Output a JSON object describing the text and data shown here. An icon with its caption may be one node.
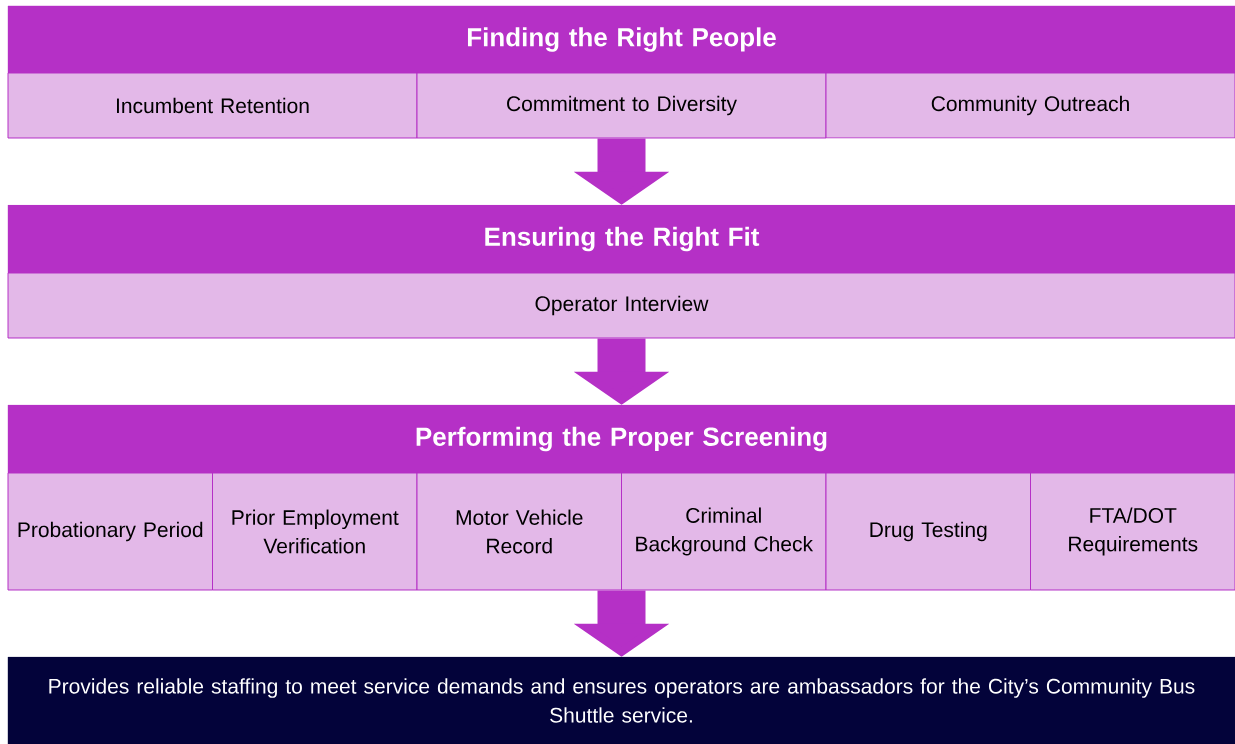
{
  "diagram": {
    "nodes": [
      {
        "text": [
          "Finding the Right People"
        ]
      },
      {
        "text": [
          "Incumbent Retention"
        ]
      },
      {
        "text": [
          "Commitment to Diversity"
        ]
      },
      {
        "text": [
          "Community Outreach"
        ]
      },
      {
        "text": [
          "Ensuring the Right Fit"
        ]
      },
      {
        "text": [
          "Operator Interview"
        ]
      },
      {
        "text": [
          "Performing the Proper Screening"
        ]
      },
      {
        "text": [
          "Probationary Period"
        ]
      },
      {
        "text": [
          "Prior Employment Verification"
        ]
      },
      {
        "text": [
          "Motor Vehicle Record"
        ]
      },
      {
        "text": [
          "Criminal Background Check"
        ]
      },
      {
        "text": [
          "Drug Testing"
        ]
      },
      {
        "text": [
          "FTA/DOT Requirements"
        ]
      },
      {
        "text": [
          "Provides reliable staffing to meet service demands and ensures operators are ambassadors for the City’s Community Bus Shuttle service."
        ]
      }
    ],
    "edges": [
      {
        "from": 2,
        "to": 4,
        "arrow": "to"
      },
      {
        "from": 5,
        "to": 6,
        "arrow": "to"
      },
      {
        "from": 9,
        "to": 13,
        "arrow": "to"
      }
    ]
  }
}
